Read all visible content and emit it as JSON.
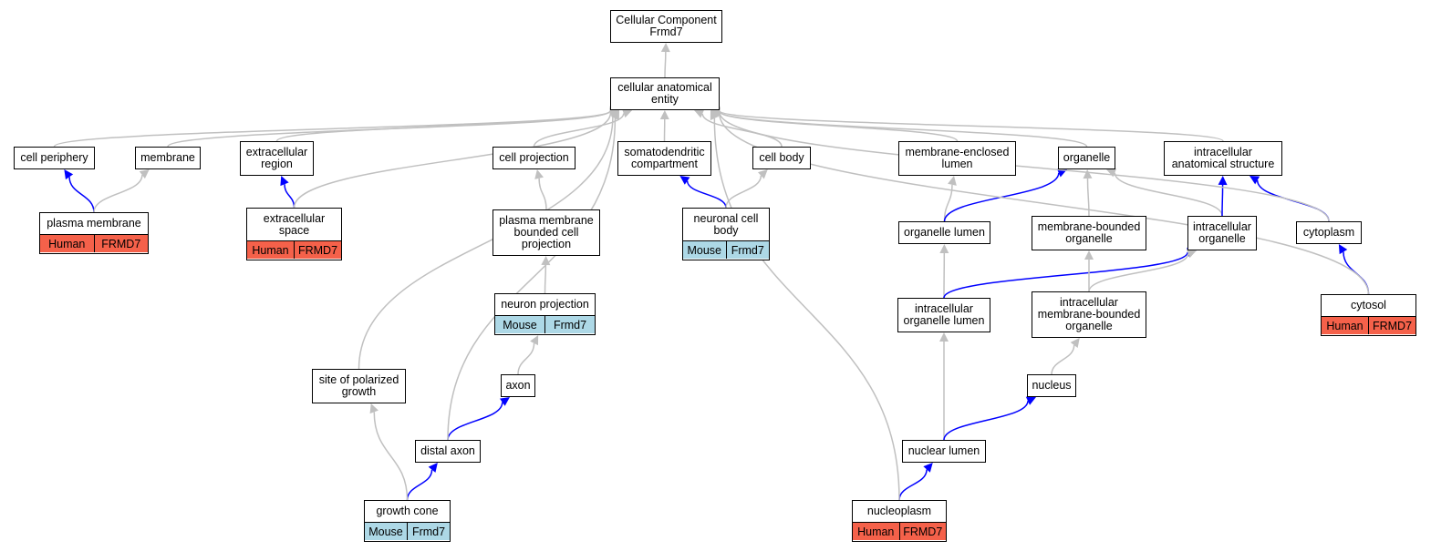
{
  "colors": {
    "is_a": "#c0c0c0",
    "part_of": "#0000ff",
    "human": "#f5614a",
    "mouse": "#add8e6"
  },
  "nodes": {
    "root": {
      "label": "Cellular Component\nFrmd7"
    },
    "cae": {
      "label": "cellular anatomical\nentity"
    },
    "cper": {
      "label": "cell periphery"
    },
    "memb": {
      "label": "membrane"
    },
    "exreg": {
      "label": "extracellular\nregion"
    },
    "cproj": {
      "label": "cell projection"
    },
    "somato": {
      "label": "somatodendritic\ncompartment"
    },
    "cbody": {
      "label": "cell body"
    },
    "mel": {
      "label": "membrane-enclosed\nlumen"
    },
    "org": {
      "label": "organelle"
    },
    "ias": {
      "label": "intracellular\nanatomical structure"
    },
    "pm": {
      "label": "plasma membrane",
      "tags": [
        {
          "text": "Human",
          "kind": "human"
        },
        {
          "text": "FRMD7",
          "kind": "human"
        }
      ]
    },
    "exsp": {
      "label": "extracellular\nspace",
      "tags": [
        {
          "text": "Human",
          "kind": "human"
        },
        {
          "text": "FRMD7",
          "kind": "human"
        }
      ]
    },
    "pmbcp": {
      "label": "plasma membrane\nbounded cell\nprojection"
    },
    "ncb": {
      "label": "neuronal cell\nbody",
      "tags": [
        {
          "text": "Mouse",
          "kind": "mouse"
        },
        {
          "text": "Frmd7",
          "kind": "mouse"
        }
      ]
    },
    "olum": {
      "label": "organelle lumen"
    },
    "mbo": {
      "label": "membrane-bounded\norganelle"
    },
    "io": {
      "label": "intracellular\norganelle"
    },
    "cyto": {
      "label": "cytoplasm"
    },
    "nproj": {
      "label": "neuron projection",
      "tags": [
        {
          "text": "Mouse",
          "kind": "mouse"
        },
        {
          "text": "Frmd7",
          "kind": "mouse"
        }
      ]
    },
    "iol": {
      "label": "intracellular\norganelle lumen"
    },
    "imbo": {
      "label": "intracellular\nmembrane-bounded\norganelle"
    },
    "cytosol": {
      "label": "cytosol",
      "tags": [
        {
          "text": "Human",
          "kind": "human"
        },
        {
          "text": "FRMD7",
          "kind": "human"
        }
      ]
    },
    "spg": {
      "label": "site of polarized\ngrowth"
    },
    "axon": {
      "label": "axon"
    },
    "nucleus": {
      "label": "nucleus"
    },
    "daxon": {
      "label": "distal axon"
    },
    "nlum": {
      "label": "nuclear lumen"
    },
    "gcone": {
      "label": "growth cone",
      "tags": [
        {
          "text": "Mouse",
          "kind": "mouse"
        },
        {
          "text": "Frmd7",
          "kind": "mouse"
        }
      ]
    },
    "nplasm": {
      "label": "nucleoplasm",
      "tags": [
        {
          "text": "Human",
          "kind": "human"
        },
        {
          "text": "FRMD7",
          "kind": "human"
        }
      ]
    }
  },
  "edges": [
    {
      "from": "cae",
      "to": "root",
      "type": "is_a"
    },
    {
      "from": "cper",
      "to": "cae",
      "type": "is_a"
    },
    {
      "from": "memb",
      "to": "cae",
      "type": "is_a"
    },
    {
      "from": "exreg",
      "to": "cae",
      "type": "is_a"
    },
    {
      "from": "cproj",
      "to": "cae",
      "type": "is_a"
    },
    {
      "from": "somato",
      "to": "cae",
      "type": "is_a"
    },
    {
      "from": "cbody",
      "to": "cae",
      "type": "is_a"
    },
    {
      "from": "mel",
      "to": "cae",
      "type": "is_a"
    },
    {
      "from": "org",
      "to": "cae",
      "type": "is_a"
    },
    {
      "from": "ias",
      "to": "cae",
      "type": "is_a"
    },
    {
      "from": "pm",
      "to": "cper",
      "type": "part_of"
    },
    {
      "from": "pm",
      "to": "memb",
      "type": "is_a"
    },
    {
      "from": "exsp",
      "to": "exreg",
      "type": "part_of"
    },
    {
      "from": "exsp",
      "to": "cae",
      "type": "is_a"
    },
    {
      "from": "pmbcp",
      "to": "cproj",
      "type": "is_a"
    },
    {
      "from": "ncb",
      "to": "somato",
      "type": "part_of"
    },
    {
      "from": "ncb",
      "to": "cbody",
      "type": "is_a"
    },
    {
      "from": "olum",
      "to": "mel",
      "type": "is_a"
    },
    {
      "from": "olum",
      "to": "org",
      "type": "part_of"
    },
    {
      "from": "mbo",
      "to": "org",
      "type": "is_a"
    },
    {
      "from": "io",
      "to": "org",
      "type": "is_a"
    },
    {
      "from": "io",
      "to": "ias",
      "type": "part_of"
    },
    {
      "from": "cyto",
      "to": "ias",
      "type": "part_of"
    },
    {
      "from": "cyto",
      "to": "cae",
      "type": "is_a"
    },
    {
      "from": "nproj",
      "to": "pmbcp",
      "type": "is_a"
    },
    {
      "from": "iol",
      "to": "olum",
      "type": "is_a"
    },
    {
      "from": "iol",
      "to": "io",
      "type": "part_of"
    },
    {
      "from": "imbo",
      "to": "mbo",
      "type": "is_a"
    },
    {
      "from": "imbo",
      "to": "io",
      "type": "is_a"
    },
    {
      "from": "cytosol",
      "to": "cyto",
      "type": "part_of"
    },
    {
      "from": "cytosol",
      "to": "cae",
      "type": "is_a"
    },
    {
      "from": "spg",
      "to": "cae",
      "type": "is_a"
    },
    {
      "from": "axon",
      "to": "nproj",
      "type": "is_a"
    },
    {
      "from": "nucleus",
      "to": "imbo",
      "type": "is_a"
    },
    {
      "from": "daxon",
      "to": "axon",
      "type": "part_of"
    },
    {
      "from": "daxon",
      "to": "cae",
      "type": "is_a"
    },
    {
      "from": "nlum",
      "to": "iol",
      "type": "is_a"
    },
    {
      "from": "nlum",
      "to": "nucleus",
      "type": "part_of"
    },
    {
      "from": "gcone",
      "to": "daxon",
      "type": "part_of"
    },
    {
      "from": "gcone",
      "to": "spg",
      "type": "is_a"
    },
    {
      "from": "nplasm",
      "to": "nlum",
      "type": "part_of"
    },
    {
      "from": "nplasm",
      "to": "cae",
      "type": "is_a"
    }
  ]
}
